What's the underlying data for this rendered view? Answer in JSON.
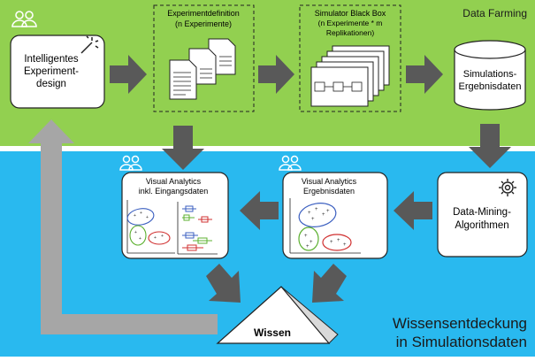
{
  "bands": {
    "top_title": "Data Farming",
    "bottom_title_line1": "Wissensentdeckung",
    "bottom_title_line2": "in Simulationsdaten",
    "colors": {
      "top": "#92d050",
      "bottom": "#29b9ef",
      "arrow": "#595959",
      "feedback": "#a6a6a6"
    }
  },
  "nodes": {
    "design": {
      "line1": "Intelligentes",
      "line2": "Experiment-",
      "line3": "design"
    },
    "experiment_def": {
      "line1": "Experimentdefinition",
      "line2": "(n Experimente)"
    },
    "simulator": {
      "line1": "Simulator Black Box",
      "line2": "(n Experimente * m",
      "line3": "Replikationen)"
    },
    "results_db": {
      "line1": "Simulations-",
      "line2": "Ergebnisdaten"
    },
    "datamining": {
      "line1": "Data-Mining-",
      "line2": "Algorithmen"
    },
    "va_results": {
      "line1": "Visual Analytics",
      "line2": "Ergebnisdaten"
    },
    "va_inputs": {
      "line1": "Visual Analytics",
      "line2": "inkl. Eingangsdaten"
    },
    "wissen": {
      "label": "Wissen"
    }
  },
  "icons": [
    "users-icon",
    "magic-wand-icon",
    "document-stack-icon",
    "database-icon",
    "gear-icon",
    "scatter-plot-icon",
    "boxplot-icon"
  ]
}
